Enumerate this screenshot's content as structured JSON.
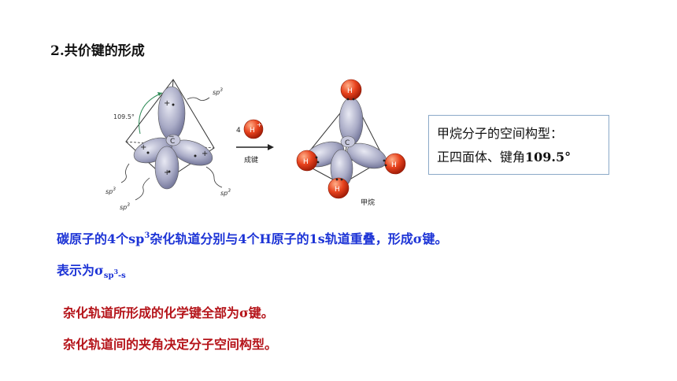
{
  "heading": "2.共价键的形成",
  "figure": {
    "angle_label": "109.5°",
    "sp3_label": "sp",
    "sp3_sup": "3",
    "hybrid_center": "C",
    "reagent_coef": "4",
    "reagent_atom": "H",
    "reagent_charge": "+",
    "arrow_label": "成键",
    "product_center": "C",
    "product_h": "H",
    "product_name": "甲烷"
  },
  "info_box": {
    "line1": "甲烷分子的空间构型：",
    "line2_prefix": "正四面体、键角",
    "line2_value": "109.5°"
  },
  "body": {
    "line1_a": "碳原子的4个sp",
    "line1_sup": "3",
    "line1_b": "杂化轨道分别与4个H原子的1s轨道重叠，形成σ键。",
    "line2_a": "表示为σ",
    "line2_sub_a": "sp",
    "line2_sub_sup": "3",
    "line2_sub_b": "-s",
    "note1": "杂化轨道所形成的化学键全部为σ键。",
    "note2": "杂化轨道间的夹角决定分子空间构型。"
  }
}
